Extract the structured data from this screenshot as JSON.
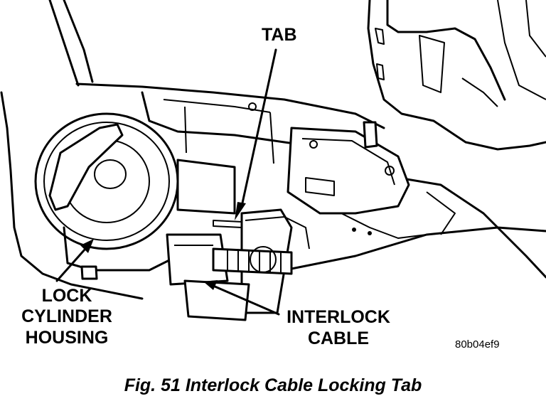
{
  "labels": {
    "tab": "TAB",
    "lock_line1": "LOCK",
    "lock_line2": "CYLINDER",
    "lock_line3": "HOUSING",
    "interlock_line1": "INTERLOCK",
    "interlock_line2": "CABLE",
    "image_code": "80b04ef9"
  },
  "caption": "Fig. 51 Interlock Cable Locking Tab"
}
